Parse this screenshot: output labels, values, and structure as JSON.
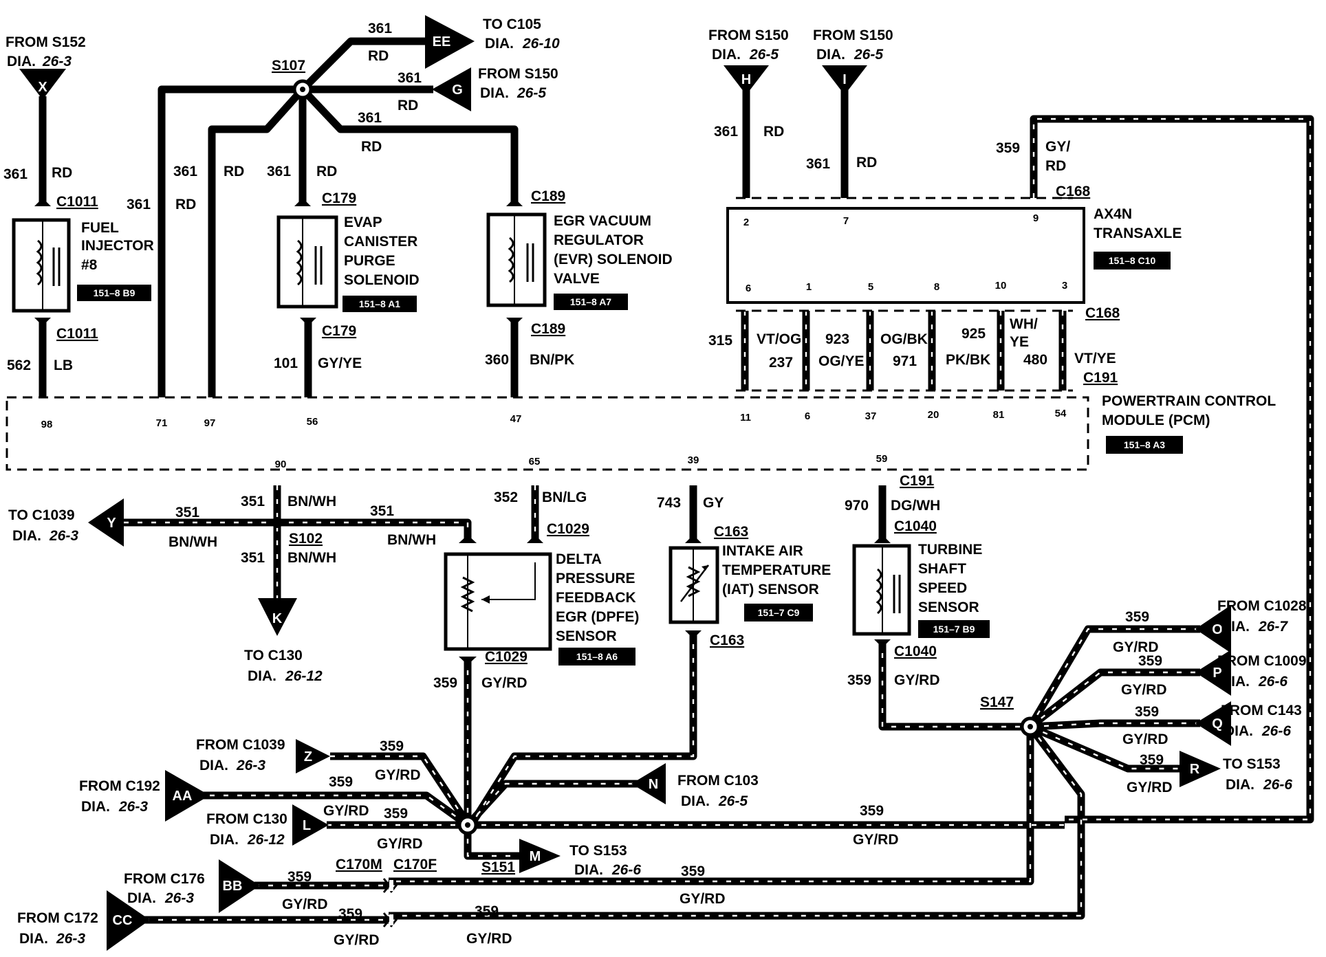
{
  "title": "",
  "left_top": {
    "from_s152": "FROM S152",
    "from_s152_dia_label": "DIA.",
    "from_s152_dia": "26-3",
    "conn_x": "X",
    "w361a": "361",
    "rd_a": "RD",
    "c1011_top": "C1011",
    "fuel_injector": [
      "FUEL",
      "INJECTOR",
      "#8"
    ],
    "fuel_ref": "151–8 B9",
    "c1011_bot": "C1011",
    "w562": "562",
    "lb": "LB",
    "w361_71": "361",
    "rd_71": "RD",
    "w361_97": "361",
    "rd_97": "RD",
    "w361_56": "361",
    "rd_56": "RD"
  },
  "s107": {
    "splice": "S107",
    "w361_ee": "361",
    "rd_ee": "RD",
    "conn_ee": "EE",
    "to_c105": "TO C105",
    "c105_dia_label": "DIA.",
    "c105_dia": "26-10",
    "w361_g": "361",
    "rd_g": "RD",
    "conn_g": "G",
    "from_s150": "FROM S150",
    "s150_dia_label": "DIA.",
    "s150_dia": "26-5",
    "w361_evr": "361",
    "rd_evr": "RD"
  },
  "evap": {
    "c179_top": "C179",
    "label": [
      "EVAP",
      "CANISTER",
      "PURGE",
      "SOLENOID"
    ],
    "ref": "151–8 A1",
    "c179_bot": "C179",
    "w101": "101",
    "gy_ye": "GY/YE"
  },
  "evr": {
    "c189_top": "C189",
    "label": [
      "EGR VACUUM",
      "REGULATOR",
      "(EVR) SOLENOID",
      "VALVE"
    ],
    "ref": "151–8 A7",
    "c189_bot": "C189",
    "w360": "360",
    "bn_pk": "BN/PK"
  },
  "transaxle": {
    "from_h": "FROM S150",
    "h_dia_label": "DIA.",
    "h_dia": "26-5",
    "conn_h": "H",
    "w361_h": "361",
    "rd_h": "RD",
    "from_i": "FROM S150",
    "i_dia_label": "DIA.",
    "i_dia": "26-5",
    "conn_i": "I",
    "w361_i": "361",
    "rd_i": "RD",
    "w359": "359",
    "gy_rd": [
      "GY/",
      "RD"
    ],
    "c168_top": "C168",
    "label": [
      "AX4N",
      "TRANSAXLE"
    ],
    "ref": "151–8 C10",
    "top_pins": [
      "2",
      "7",
      "9"
    ],
    "bot_pins": [
      "6",
      "1",
      "5",
      "8",
      "10",
      "3"
    ],
    "c168_bot": "C168",
    "c191": "C191",
    "w315": "315",
    "vt_og": "VT/OG",
    "w237": "237",
    "w923": "923",
    "og_ye": "OG/YE",
    "og_bk": "OG/BK",
    "w971": "971",
    "w925": "925",
    "pk_bk": "PK/BK",
    "wh_ye": [
      "WH/",
      "YE"
    ],
    "w480": "480",
    "vt_ye": "VT/YE"
  },
  "pcm": {
    "label": [
      "POWERTRAIN CONTROL",
      "MODULE (PCM)"
    ],
    "ref": "151–8 A3",
    "top_pins": [
      "98",
      "71",
      "97",
      "56",
      "47",
      "11",
      "6",
      "37",
      "20",
      "81",
      "54"
    ],
    "bot_pins": [
      "90",
      "65",
      "39",
      "59"
    ]
  },
  "dpfe": {
    "w351_top": "351",
    "bn_wh_top": "BN/WH",
    "to_c1039": "TO C1039",
    "c1039_dia_label": "DIA.",
    "c1039_dia": "26-3",
    "conn_y": "Y",
    "w351_y": "351",
    "bn_wh_y": "BN/WH",
    "w351_r": "351",
    "bn_wh_r": "BN/WH",
    "s102": "S102",
    "w351_k": "351",
    "bn_wh_k": "BN/WH",
    "conn_k": "K",
    "to_c130": "TO C130",
    "c130_dia_label": "DIA.",
    "c130_dia": "26-12",
    "w352": "352",
    "bn_lg": "BN/LG",
    "c1029_top": "C1029",
    "label": [
      "DELTA",
      "PRESSURE",
      "FEEDBACK",
      "EGR (DPFE)",
      "SENSOR"
    ],
    "ref": "151–8 A6",
    "c1029_bot": "C1029",
    "w359": "359",
    "gy_rd": "GY/RD"
  },
  "iat": {
    "w743": "743",
    "gy": "GY",
    "c163_top": "C163",
    "label": [
      "INTAKE AIR",
      "TEMPERATURE",
      "(IAT) SENSOR"
    ],
    "ref": "151–7 C9",
    "c163_bot": "C163"
  },
  "tss": {
    "c191": "C191",
    "w970": "970",
    "dg_wh": "DG/WH",
    "c1040_top": "C1040",
    "label": [
      "TURBINE",
      "SHAFT",
      "SPEED",
      "SENSOR"
    ],
    "ref": "151–7 B9",
    "c1040_bot": "C1040",
    "w359": "359",
    "gy_rd": "GY/RD"
  },
  "s147": {
    "splice": "S147",
    "o": {
      "w": "359",
      "c": "GY/RD",
      "conn": "O",
      "text": "FROM C1028",
      "dia_label": "DIA.",
      "dia": "26-7"
    },
    "p": {
      "w": "359",
      "c": "GY/RD",
      "conn": "P",
      "text": "FROM C1009",
      "dia_label": "DIA.",
      "dia": "26-6"
    },
    "q": {
      "w": "359",
      "c": "GY/RD",
      "conn": "Q",
      "text": "FROM C143",
      "dia_label": "DIA.",
      "dia": "26-6"
    },
    "r": {
      "w": "359",
      "c": "GY/RD",
      "conn": "R",
      "text": "TO S153",
      "dia_label": "DIA.",
      "dia": "26-6"
    }
  },
  "s151": {
    "splice": "S151",
    "z": {
      "text": "FROM C1039",
      "dia_label": "DIA.",
      "dia": "26-3",
      "conn": "Z",
      "w": "359",
      "c": "GY/RD"
    },
    "aa": {
      "text": "FROM C192",
      "dia_label": "DIA.",
      "dia": "26-3",
      "conn": "AA",
      "w": "359"
    },
    "l": {
      "text": "FROM C130",
      "dia_label": "DIA.",
      "dia": "26-12",
      "conn": "L",
      "c1": "GY/RD",
      "w": "359",
      "c2": "GY/RD"
    },
    "n": {
      "text": "FROM C103",
      "dia_label": "DIA.",
      "dia": "26-5",
      "conn": "N"
    },
    "m": {
      "text": "TO S153",
      "dia_label": "DIA.",
      "dia": "26-6",
      "conn": "M"
    },
    "mid_w": "359",
    "mid_c": "GY/RD"
  },
  "bottom": {
    "bb": {
      "text": "FROM C176",
      "dia_label": "DIA.",
      "dia": "26-3",
      "conn": "BB",
      "w": "359",
      "c": "GY/RD"
    },
    "cc": {
      "text": "FROM C172",
      "dia_label": "DIA.",
      "dia": "26-3",
      "conn": "CC",
      "w": "359",
      "c": "GY/RD"
    },
    "c170m": "C170M",
    "c170f": "C170F",
    "w359_bb": "359",
    "c_bb": "GY/RD",
    "w359_cc": "359",
    "c_cc": "GY/RD"
  }
}
